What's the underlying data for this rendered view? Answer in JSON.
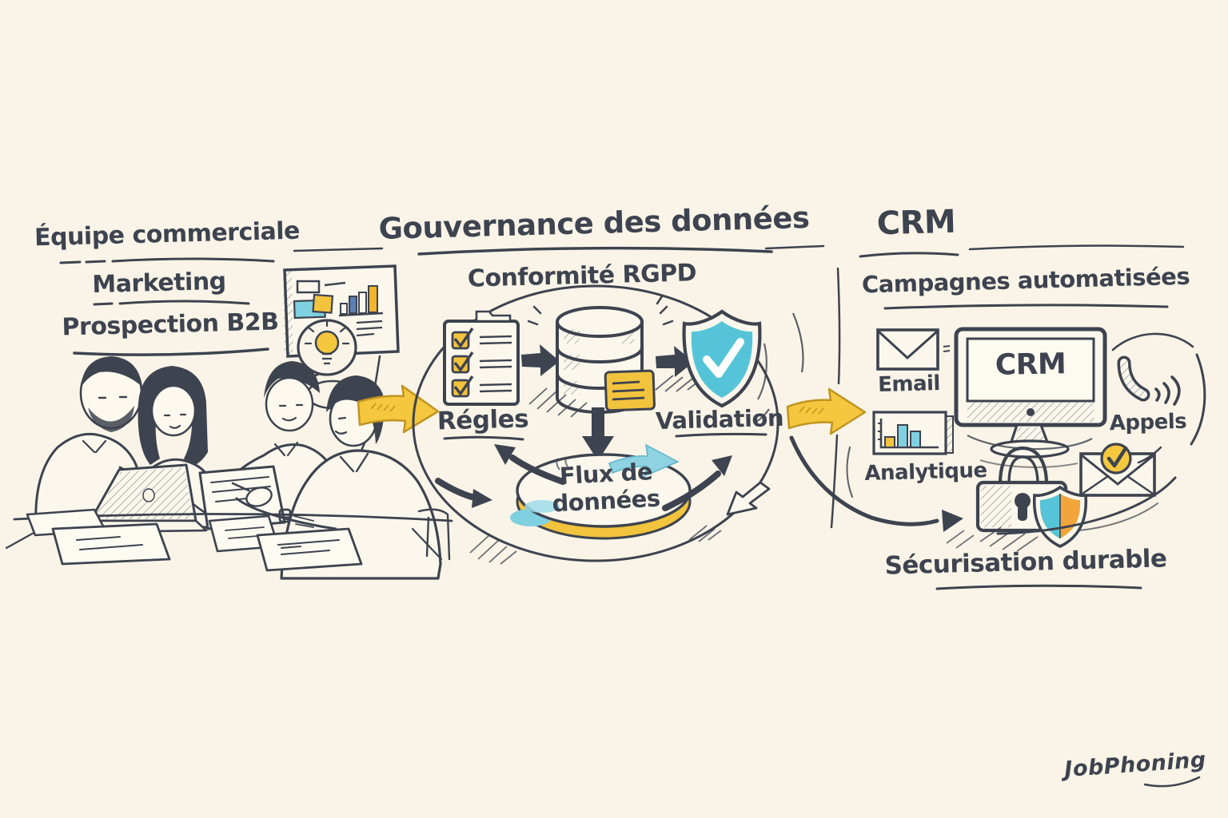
{
  "palette": {
    "background": "#f9f4e7",
    "ink": "#3d434f",
    "teal": "#56c4d8",
    "yellow": "#f2c33d",
    "orange": "#f2a53a"
  },
  "left_panel": {
    "line1": "Équipe commerciale",
    "line2": "Marketing",
    "line3": "Prospection B2B"
  },
  "governance": {
    "title": "Gouvernance des données",
    "subtitle": "Conformité RGPD",
    "rules_label": "Régles",
    "validation_label": "Validation",
    "flux_line1": "Flux de",
    "flux_line2": "données"
  },
  "crm": {
    "title": "CRM",
    "subtitle": "Campagnes automatisées",
    "email_label": "Email",
    "monitor_text": "CRM",
    "calls_label": "Appels",
    "analytics_label": "Analytique",
    "security_caption": "Sécurisation durable"
  },
  "footer": {
    "brand": "JobPhoning"
  }
}
